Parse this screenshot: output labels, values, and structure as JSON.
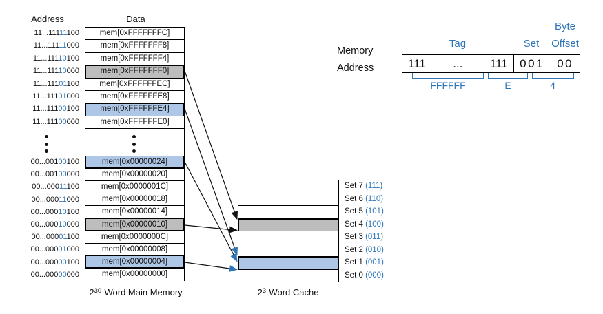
{
  "colors": {
    "accent_blue": "#2E75B7",
    "row_blue_fill": "#AFC7E7",
    "row_gray_fill": "#BDBDBD"
  },
  "headers": {
    "address": "Address",
    "data": "Data"
  },
  "main_memory": {
    "caption_base": "2",
    "caption_exp": "30",
    "caption_rest": "-Word Main Memory",
    "top_rows": [
      {
        "addr_pre": "11...111",
        "addr_set": "11",
        "addr_post": "100",
        "data": "mem[0xFFFFFFFC]",
        "highlight": ""
      },
      {
        "addr_pre": "11...111",
        "addr_set": "11",
        "addr_post": "000",
        "data": "mem[0xFFFFFFF8]",
        "highlight": ""
      },
      {
        "addr_pre": "11...111",
        "addr_set": "10",
        "addr_post": "100",
        "data": "mem[0xFFFFFFF4]",
        "highlight": ""
      },
      {
        "addr_pre": "11...111",
        "addr_set": "10",
        "addr_post": "000",
        "data": "mem[0xFFFFFFF0]",
        "highlight": "hl-gray"
      },
      {
        "addr_pre": "11...111",
        "addr_set": "01",
        "addr_post": "100",
        "data": "mem[0xFFFFFFEC]",
        "highlight": ""
      },
      {
        "addr_pre": "11...111",
        "addr_set": "01",
        "addr_post": "000",
        "data": "mem[0xFFFFFFE8]",
        "highlight": ""
      },
      {
        "addr_pre": "11...111",
        "addr_set": "00",
        "addr_post": "100",
        "data": "mem[0xFFFFFFE4]",
        "highlight": "hl-blue"
      },
      {
        "addr_pre": "11...111",
        "addr_set": "00",
        "addr_post": "000",
        "data": "mem[0xFFFFFFE0]",
        "highlight": ""
      }
    ],
    "bottom_rows": [
      {
        "addr_pre": "00...001",
        "addr_set": "00",
        "addr_post": "100",
        "data": "mem[0x00000024]",
        "highlight": "hl-blue"
      },
      {
        "addr_pre": "00...001",
        "addr_set": "00",
        "addr_post": "000",
        "data": "mem[0x00000020]",
        "highlight": ""
      },
      {
        "addr_pre": "00...000",
        "addr_set": "11",
        "addr_post": "100",
        "data": "mem[0x0000001C]",
        "highlight": ""
      },
      {
        "addr_pre": "00...000",
        "addr_set": "11",
        "addr_post": "000",
        "data": "mem[0x00000018]",
        "highlight": ""
      },
      {
        "addr_pre": "00...000",
        "addr_set": "10",
        "addr_post": "100",
        "data": "mem[0x00000014]",
        "highlight": ""
      },
      {
        "addr_pre": "00...000",
        "addr_set": "10",
        "addr_post": "000",
        "data": "mem[0x00000010]",
        "highlight": "hl-gray"
      },
      {
        "addr_pre": "00...000",
        "addr_set": "01",
        "addr_post": "100",
        "data": "mem[0x0000000C]",
        "highlight": ""
      },
      {
        "addr_pre": "00...000",
        "addr_set": "01",
        "addr_post": "000",
        "data": "mem[0x00000008]",
        "highlight": ""
      },
      {
        "addr_pre": "00...000",
        "addr_set": "00",
        "addr_post": "100",
        "data": "mem[0x00000004]",
        "highlight": "hl-blue"
      },
      {
        "addr_pre": "00...000",
        "addr_set": "00",
        "addr_post": "000",
        "data": "mem[0x00000000]",
        "highlight": ""
      }
    ]
  },
  "cache": {
    "caption_base": "2",
    "caption_exp": "3",
    "caption_rest": "-Word Cache",
    "sets": [
      {
        "label": "Set 7 ",
        "bits": "(111)",
        "highlight": ""
      },
      {
        "label": "Set 6 ",
        "bits": "(110)",
        "highlight": ""
      },
      {
        "label": "Set 5 ",
        "bits": "(101)",
        "highlight": ""
      },
      {
        "label": "Set 4 ",
        "bits": "(100)",
        "highlight": "hl-gray"
      },
      {
        "label": "Set 3 ",
        "bits": "(011)",
        "highlight": ""
      },
      {
        "label": "Set 2 ",
        "bits": "(010)",
        "highlight": ""
      },
      {
        "label": "Set 1 ",
        "bits": "(001)",
        "highlight": "hl-blue"
      },
      {
        "label": "Set 0 ",
        "bits": "(000)",
        "highlight": ""
      }
    ]
  },
  "memory_address": {
    "label_line1": "Memory",
    "label_line2": "Address",
    "tag_label": "Tag",
    "set_label": "Set",
    "byte_label": "Byte",
    "offset_label": "Offset",
    "tag_left": "111",
    "tag_dots": "...",
    "tag_right": "111",
    "set_value": "001",
    "offset_value": "00",
    "hex_tag": "FFFFFF",
    "hex_mid": "E",
    "hex_low": "4"
  },
  "mappings": [
    {
      "from": "mem[0xFFFFFFF0]",
      "to": "Set 4",
      "color": "black"
    },
    {
      "from": "mem[0xFFFFFFE4]",
      "to": "Set 1",
      "color": "blue"
    },
    {
      "from": "mem[0x00000024]",
      "to": "Set 1",
      "color": "blue"
    },
    {
      "from": "mem[0x00000010]",
      "to": "Set 4",
      "color": "black"
    },
    {
      "from": "mem[0x00000004]",
      "to": "Set 1",
      "color": "blue"
    }
  ]
}
